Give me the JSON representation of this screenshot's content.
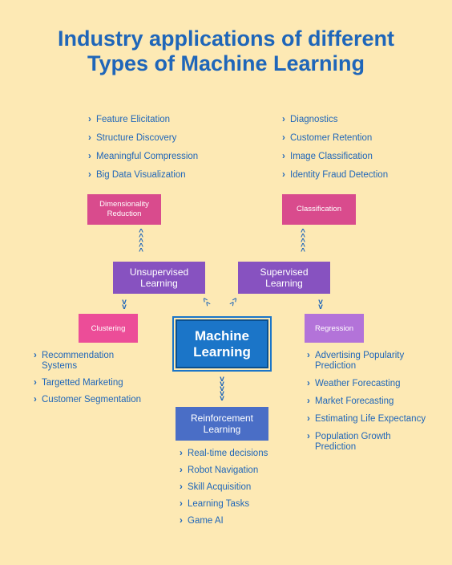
{
  "title": {
    "line1": "Industry applications of different",
    "line2": "Types of Machine Learning"
  },
  "center": "Machine Learning",
  "types": {
    "unsupervised": "Unsupervised Learning",
    "supervised": "Supervised Learning",
    "reinforcement": "Reinforcement Learning"
  },
  "categories": {
    "dimensionality": "Dimensionality Reduction",
    "classification": "Classification",
    "clustering": "Clustering",
    "regression": "Regression"
  },
  "lists": {
    "dimensionality": [
      "Feature Elicitation",
      "Structure Discovery",
      "Meaningful Compression",
      "Big Data Visualization"
    ],
    "classification": [
      "Diagnostics",
      "Customer Retention",
      "Image Classification",
      "Identity Fraud Detection"
    ],
    "clustering": [
      "Recommendation Systems",
      "Targetted Marketing",
      "Customer Segmentation"
    ],
    "regression": [
      "Advertising Popularity Prediction",
      "Weather Forecasting",
      "Market Forecasting",
      "Estimating Life Expectancy",
      "Population Growth Prediction"
    ],
    "reinforcement": [
      "Real-time decisions",
      "Robot Navigation",
      "Skill Acquisition",
      "Learning Tasks",
      "Game AI"
    ]
  },
  "colors": {
    "background": "#fde9b4",
    "title": "#1f66b9",
    "machine_learning": "#1b75c8",
    "type_box": "#8752c0",
    "reinforcement_box": "#4a6ec6",
    "category_box": "#d94b8d",
    "regression_box": "#b373d9"
  }
}
